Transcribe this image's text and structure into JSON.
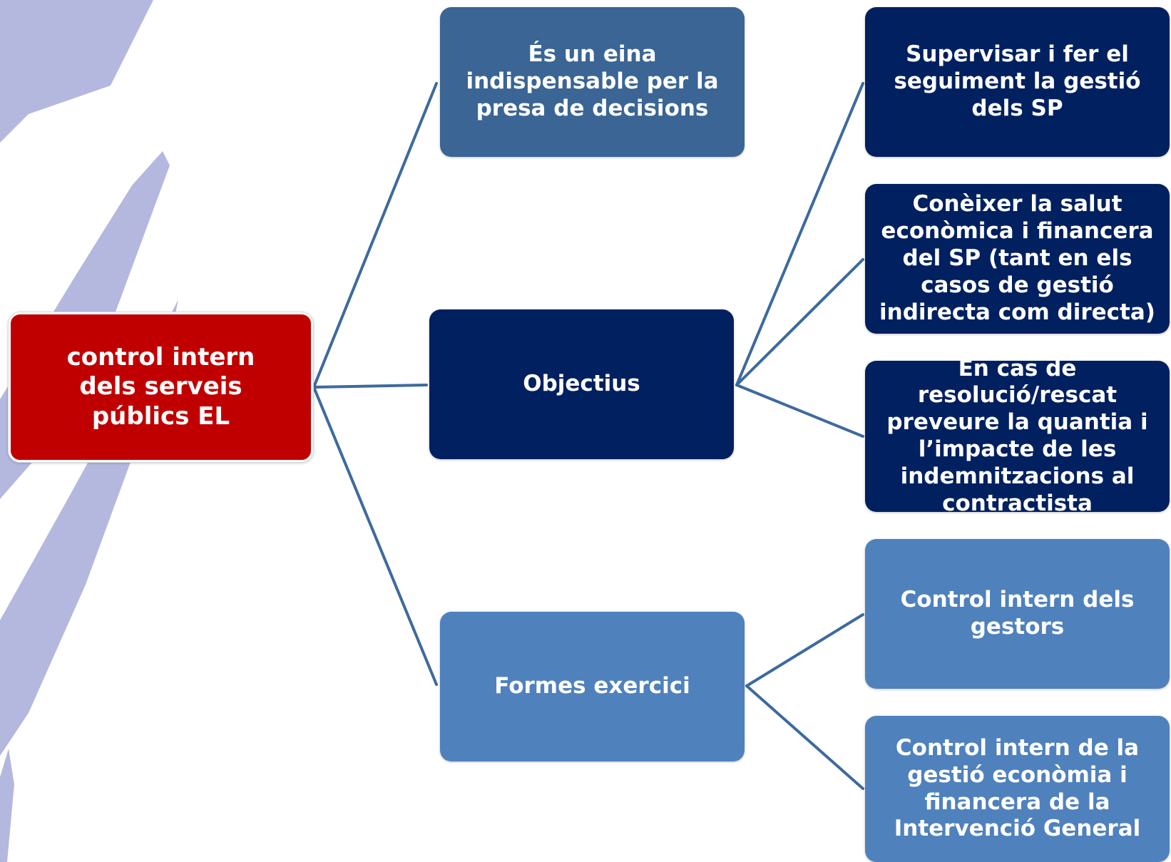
{
  "colors": {
    "root": "#c00000",
    "mid_light": "#3a6594",
    "dark_navy": "#002060",
    "steel_blue": "#4f81bd",
    "connector": "#3d6a9e",
    "background_stripe": "#b4b8df"
  },
  "diagram": {
    "root": {
      "text": "control intern dels serveis públics EL"
    },
    "branches": [
      {
        "text": "És un eina indispensable per la presa de decisions",
        "children": []
      },
      {
        "text": "Objectius",
        "children": [
          {
            "text": "Supervisar  i fer el seguiment  la gestió dels SP"
          },
          {
            "text": "Conèixer  la salut econòmica i financera del SP (tant en els casos de gestió indirecta com directa)"
          },
          {
            "text": "En cas de resolució/rescat preveure la quantia i l’impacte de  les indemnitzacions al contractista"
          }
        ]
      },
      {
        "text": "Formes exercici",
        "children": [
          {
            "text": "Control intern dels gestors"
          },
          {
            "text": "Control intern de la gestió econòmia i financera de la Intervenció General"
          }
        ]
      }
    ]
  }
}
